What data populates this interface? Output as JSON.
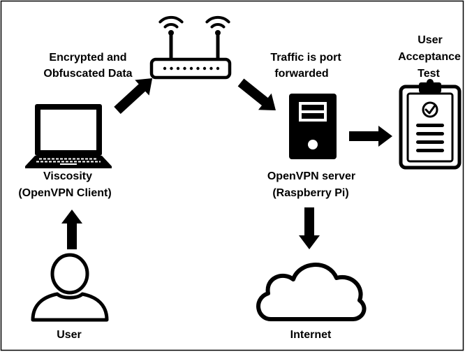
{
  "diagram": {
    "labels": {
      "encrypted_line1": "Encrypted and",
      "encrypted_line2": "Obfuscated Data",
      "traffic_line1": "Traffic is port",
      "traffic_line2": "forwarded",
      "uat_line1": "User",
      "uat_line2": "Acceptance",
      "uat_line3": "Test",
      "client_line1": "Viscosity",
      "client_line2": "(OpenVPN Client)",
      "server_line1": "OpenVPN server",
      "server_line2": "(Raspberry Pi)",
      "user": "User",
      "internet": "Internet"
    },
    "icons": [
      "router-icon",
      "laptop-icon",
      "server-icon",
      "clipboard-check-icon",
      "user-icon",
      "cloud-icon",
      "arrow-icon"
    ],
    "colors": {
      "ink": "#000000",
      "background": "#ffffff"
    }
  }
}
